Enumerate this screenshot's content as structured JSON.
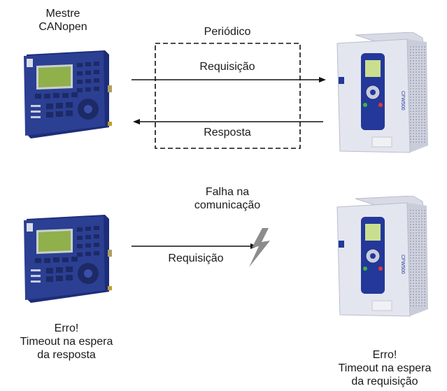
{
  "top": {
    "master_title_line1": "Mestre",
    "master_title_line2": "CANopen",
    "periodic_label": "Periódico",
    "request_label": "Requisição",
    "response_label": "Resposta",
    "drive_brand": "CFW500"
  },
  "bottom": {
    "failure_line1": "Falha na",
    "failure_line2": "comunicação",
    "request_label": "Requisição",
    "master_error_line1": "Erro!",
    "master_error_line2": "Timeout na espera",
    "master_error_line3": "da resposta",
    "slave_error_line1": "Erro!",
    "slave_error_line2": "Timeout na espera",
    "slave_error_line3": "da requisição",
    "drive_brand": "CFW500"
  },
  "colors": {
    "plc_body": "#2b3f93",
    "plc_screen": "#8fb04a",
    "drive_body": "#e4e6ef",
    "drive_panel": "#24389a",
    "arrow": "#111111",
    "lightning": "#8c8c8c"
  },
  "icons": {
    "master": "plc-controller-icon",
    "slave": "frequency-drive-icon",
    "failure": "lightning-bolt-icon"
  }
}
